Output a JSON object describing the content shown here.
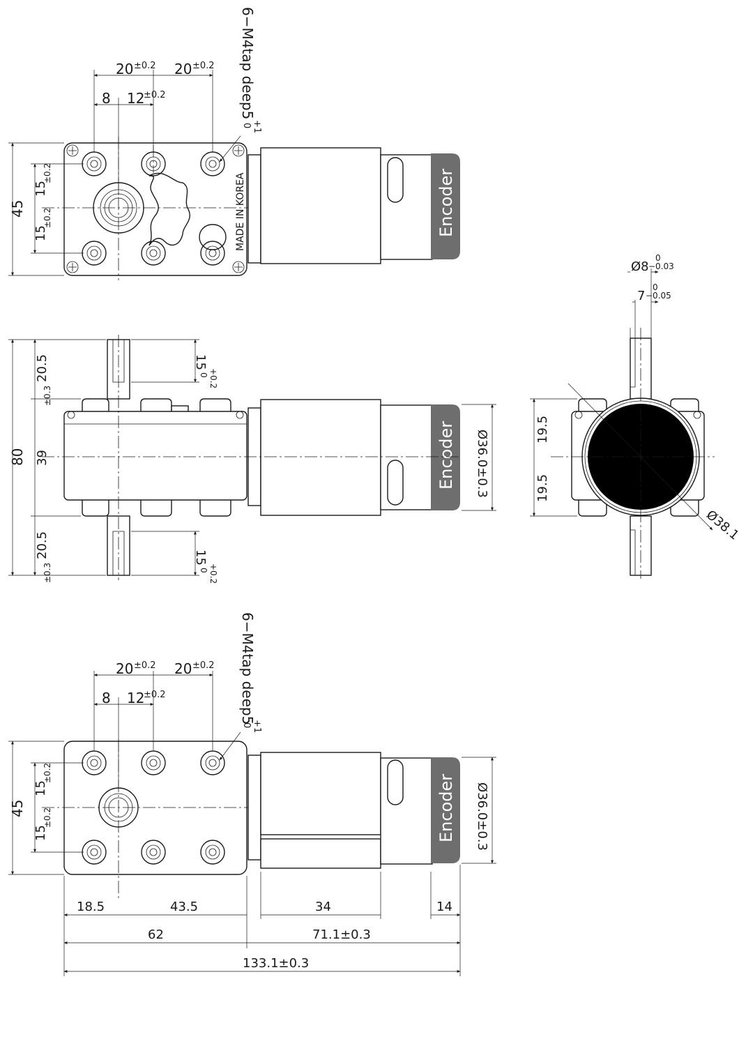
{
  "labels": {
    "encoder": "Encoder",
    "made_in": "MADE IN KOREA",
    "tap_note": "6−M4tap  deep5",
    "tap_tol_plus": "+1",
    "tap_tol_zero": "0"
  },
  "top_view": {
    "pitch_left": "20",
    "pitch_right": "20",
    "pitch_tol": "±0.2",
    "offset": "8",
    "shaft_offset": "12",
    "shaft_offset_tol": "±0.2",
    "height": "45",
    "v_upper": "15",
    "v_lower": "15",
    "v_tol": "±0.2"
  },
  "side_view": {
    "total": "80",
    "shaft_top": "20.5",
    "shaft_bottom": "20.5",
    "shaft_tol": "±0.3",
    "body": "39",
    "key_top": "15",
    "key_bottom": "15",
    "key_tol_plus": "+0.2",
    "key_tol_zero": "0",
    "motor_dia": "Ø36.0±0.3"
  },
  "end_view": {
    "shaft_dia": "Ø8",
    "shaft_dia_tol_top": "0",
    "shaft_dia_tol_bottom": "−0.03",
    "flat": "7",
    "flat_tol_top": "0",
    "flat_tol_bottom": "−0.05",
    "half_top": "19.5",
    "half_bottom": "19.5",
    "outer_dia": "Ø38.1"
  },
  "bottom_view": {
    "pitch_left": "20",
    "pitch_right": "20",
    "pitch_tol": "±0.2",
    "offset": "8",
    "shaft_offset": "12",
    "shaft_offset_tol": "±0.2",
    "height": "45",
    "v_upper": "15",
    "v_lower": "15",
    "v_tol": "±0.2",
    "motor_dia": "Ø36.0±0.3",
    "seg_a": "18.5",
    "seg_b": "43.5",
    "seg_c": "34",
    "seg_d": "14",
    "gearbox_len": "62",
    "motor_len": "71.1±0.3",
    "total_len": "133.1±0.3"
  }
}
